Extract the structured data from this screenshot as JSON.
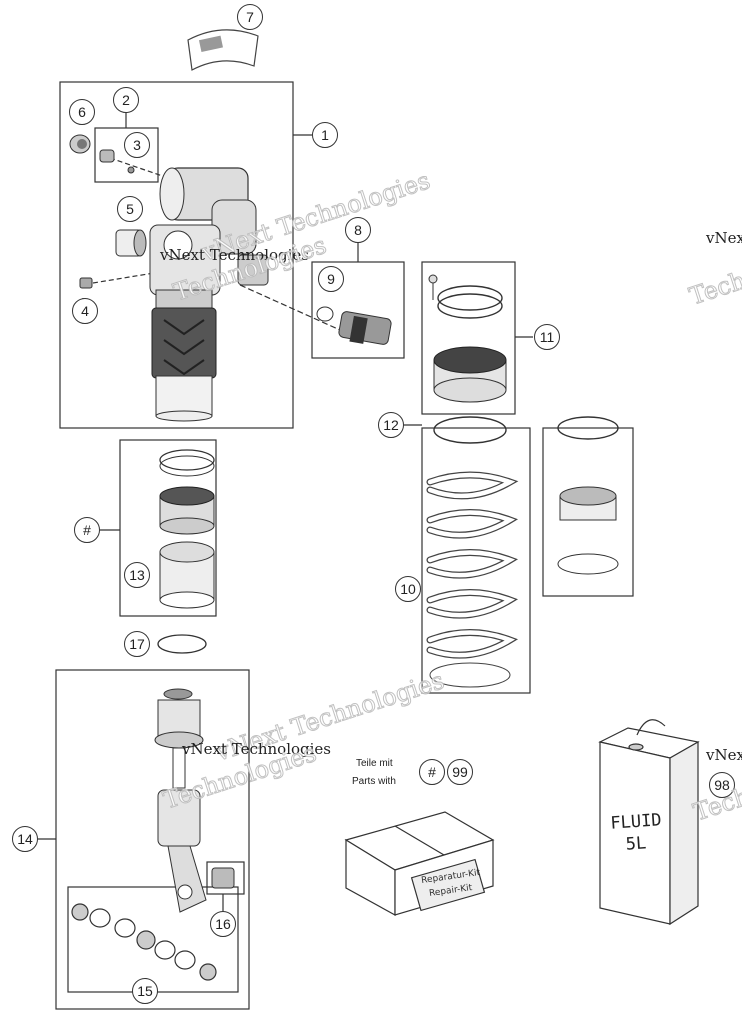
{
  "callouts": {
    "c1": "1",
    "c2": "2",
    "c3": "3",
    "c4": "4",
    "c5": "5",
    "c6": "6",
    "c7": "7",
    "c8": "8",
    "c9": "9",
    "c10": "10",
    "c11": "11",
    "c12": "12",
    "c13": "13",
    "c14": "14",
    "c15": "15",
    "c16": "16",
    "c17": "17",
    "hash1": "#",
    "hash2": "#",
    "c98": "98",
    "c99": "99"
  },
  "watermark": {
    "line1": "vNext Technologies",
    "line2": "Technologies",
    "partial1": "vNex",
    "partial2": "Tech",
    "partial3": "vNex",
    "partial4": "Tech"
  },
  "repair_note": {
    "de": "Teile mit",
    "en": "Parts with"
  },
  "repair_kit_box": {
    "de": "Reparatur-Kit",
    "en": "Repair-Kit"
  },
  "fluid_can": {
    "line1": "FLUID",
    "line2": "5L"
  }
}
